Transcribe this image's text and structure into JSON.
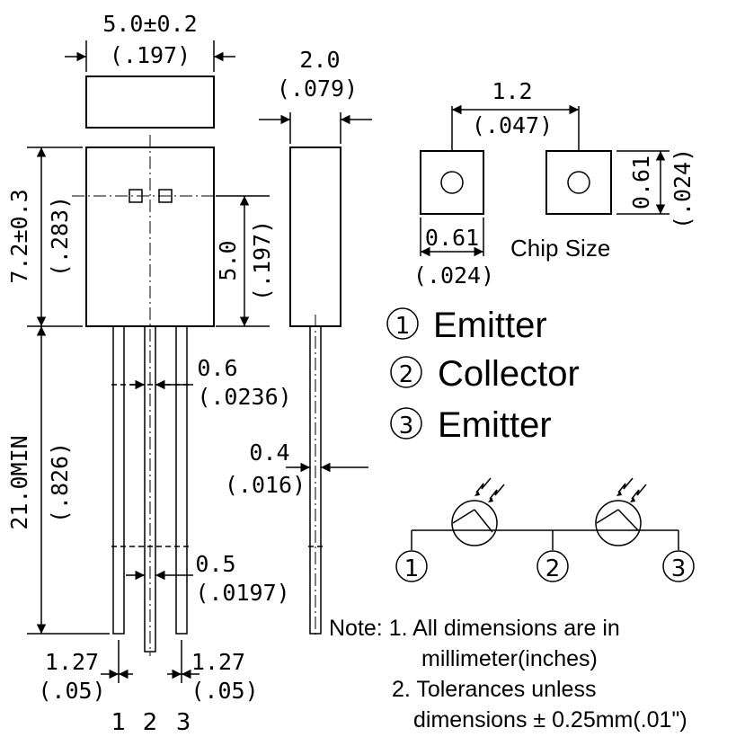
{
  "dimensions": {
    "width_top_mm": "5.0±0.2",
    "width_top_in": "(.197)",
    "depth_mm": "2.0",
    "depth_in": "(.079)",
    "height_mm": "7.2±0.3",
    "height_in": "(.283)",
    "inner_mm": "5.0",
    "inner_in": "(.197)",
    "lead_length_mm": "21.0MIN",
    "lead_length_in": "(.826)",
    "lead_wide_mm": "0.6",
    "lead_wide_in": "(.0236)",
    "lead_thick_mm": "0.4",
    "lead_thick_in": "(.016)",
    "lead_narrow_mm": "0.5",
    "lead_narrow_in": "(.0197)",
    "pitch_left_mm": "1.27",
    "pitch_left_in": "(.05)",
    "pitch_right_mm": "1.27",
    "pitch_right_in": "(.05)"
  },
  "pin_numbers": {
    "p1": "1",
    "p2": "2",
    "p3": "3"
  },
  "chip": {
    "spacing_mm": "1.2",
    "spacing_in": "(.047)",
    "pad_w_mm": "0.61",
    "pad_w_in": "(.024)",
    "pad_h_mm": "0.61",
    "pad_h_in": "(.024)",
    "title": "Chip Size"
  },
  "pins": [
    {
      "num": "1",
      "name": "Emitter"
    },
    {
      "num": "2",
      "name": "Collector"
    },
    {
      "num": "3",
      "name": "Emitter"
    }
  ],
  "schematic": {
    "n1": "1",
    "n2": "2",
    "n3": "3"
  },
  "notes": {
    "line1": "Note: 1. All dimensions are in",
    "line2": "millimeter(inches)",
    "line3": "2. Tolerances unless",
    "line4": "dimensions ± 0.25mm(.01\")"
  }
}
